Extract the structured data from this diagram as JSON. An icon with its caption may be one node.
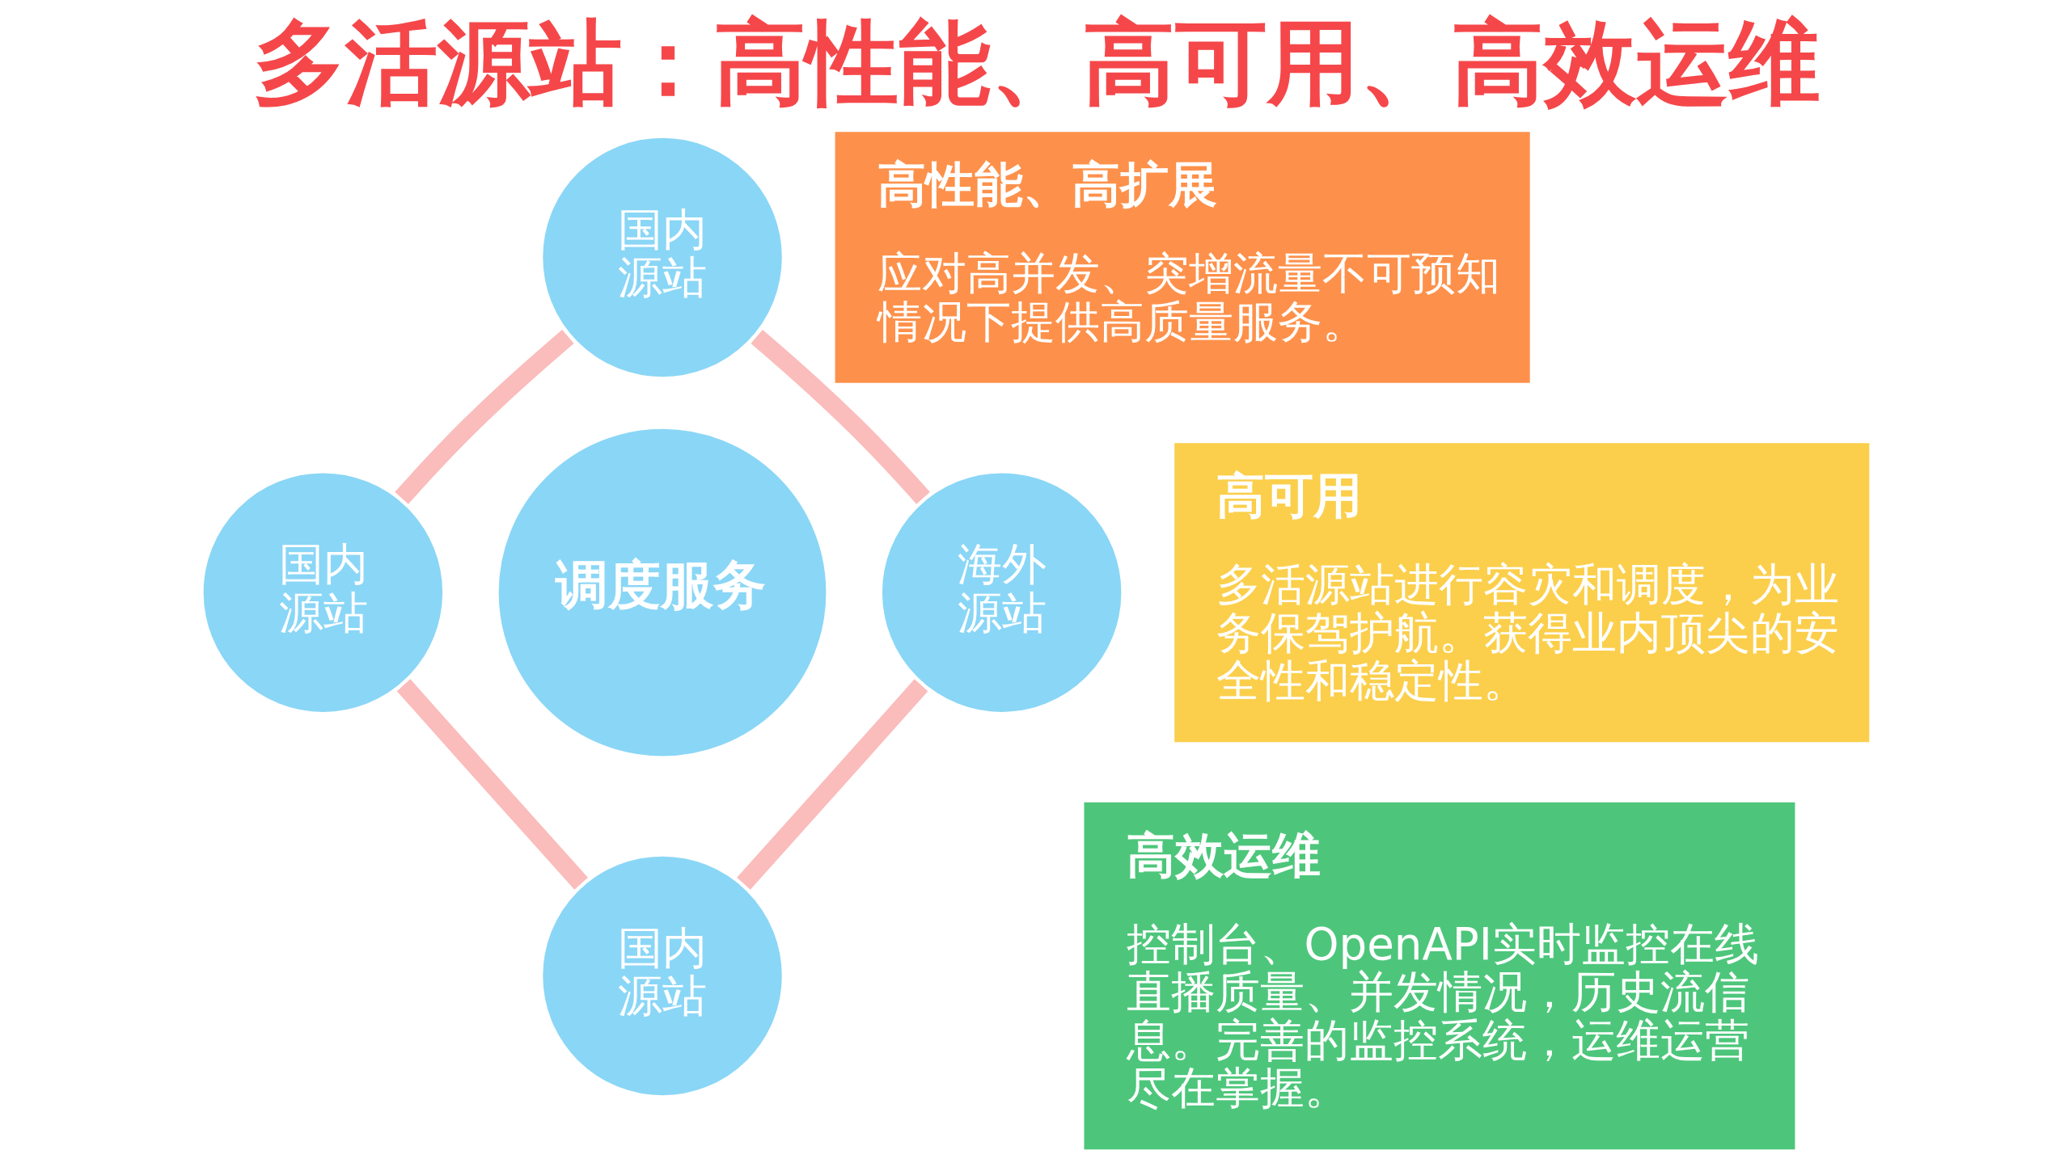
{
  "diagram": {
    "title": "多活源站：高性能、高可用、高效运维",
    "nodes": [
      {
        "text": [
          "国内源站"
        ]
      },
      {
        "text": [
          "国内源站"
        ]
      },
      {
        "text": [
          "调度服务"
        ]
      },
      {
        "text": [
          "海外源站"
        ]
      },
      {
        "text": [
          "国内源站"
        ]
      },
      {
        "text": [
          "高性能、高扩展",
          "应对高并发、突增流量不可预知情况下提供高质量服务。"
        ]
      },
      {
        "text": [
          "高可用",
          "多活源站进行容灾和调度，为业务保驾护航。获得业内顶尖的安全性和稳定性。"
        ]
      },
      {
        "text": [
          "高效运维",
          "控制台、OpenAPI实时监控在线直播质量、并发情况，历史流信息。完善的监控系统，运维运营尽在掌握。"
        ]
      }
    ],
    "edges": [
      {
        "from": 0,
        "to": 1,
        "arrow": "none"
      },
      {
        "from": 0,
        "to": 3,
        "arrow": "none"
      },
      {
        "from": 1,
        "to": 4,
        "arrow": "none"
      },
      {
        "from": 3,
        "to": 4,
        "arrow": "none"
      }
    ]
  }
}
